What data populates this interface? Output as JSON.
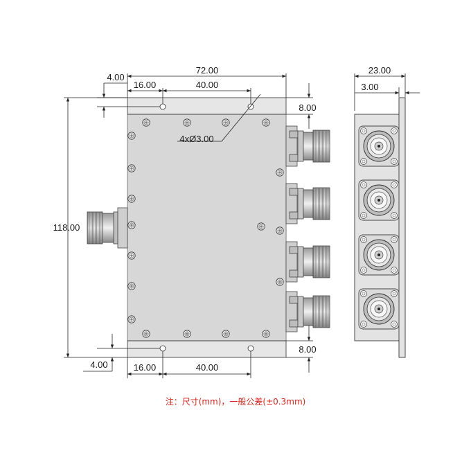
{
  "drawing": {
    "dimensions": {
      "overall_width": "72.00",
      "overall_height": "118.00",
      "hole_inset_top": "4.00",
      "hole_inset_bottom": "4.00",
      "hole_x_offset_top": "16.00",
      "hole_spacing_top": "40.00",
      "hole_x_offset_bottom": "16.00",
      "hole_spacing_bottom": "40.00",
      "right_offset_top": "8.00",
      "right_offset_bottom": "8.00",
      "hole_callout": "4xØ3.00",
      "side_depth": "23.00",
      "side_flange": "3.00"
    },
    "note": "注：尺寸(mm)，一般公差(±0.3mm)"
  },
  "colors": {
    "body": "#e6e6e6",
    "lines": "#222222",
    "note": "#e2231a"
  }
}
